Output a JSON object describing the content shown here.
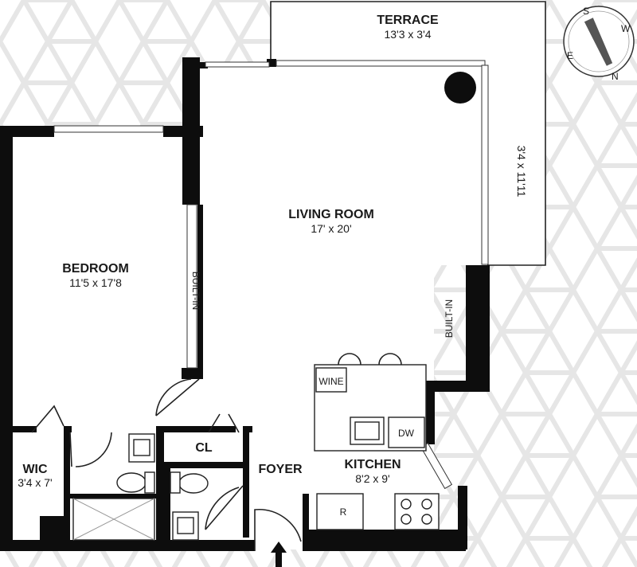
{
  "rooms": {
    "terrace": {
      "name": "TERRACE",
      "dims": "13'3 x 3'4"
    },
    "terrace_side": {
      "dims": "3'4 x 11'11"
    },
    "living": {
      "name": "LIVING ROOM",
      "dims": "17' x 20'"
    },
    "bedroom": {
      "name": "BEDROOM",
      "dims": "11'5 x 17'8"
    },
    "wic": {
      "name": "WIC",
      "dims": "3'4 x 7'"
    },
    "kitchen": {
      "name": "KITCHEN",
      "dims": "8'2 x 9'"
    },
    "foyer": {
      "name": "FOYER"
    },
    "closet": {
      "name": "CL"
    }
  },
  "labels": {
    "builtin_left": "BUILT-IN",
    "builtin_right": "BUILT-IN",
    "wine": "WINE",
    "dw": "DW",
    "fridge": "R"
  },
  "compass": {
    "s": "S",
    "w": "W",
    "e": "E",
    "n": "N"
  },
  "colors": {
    "wall": "#0d0d0d",
    "background": "#ffffff",
    "pattern": "#e6e6e6"
  }
}
